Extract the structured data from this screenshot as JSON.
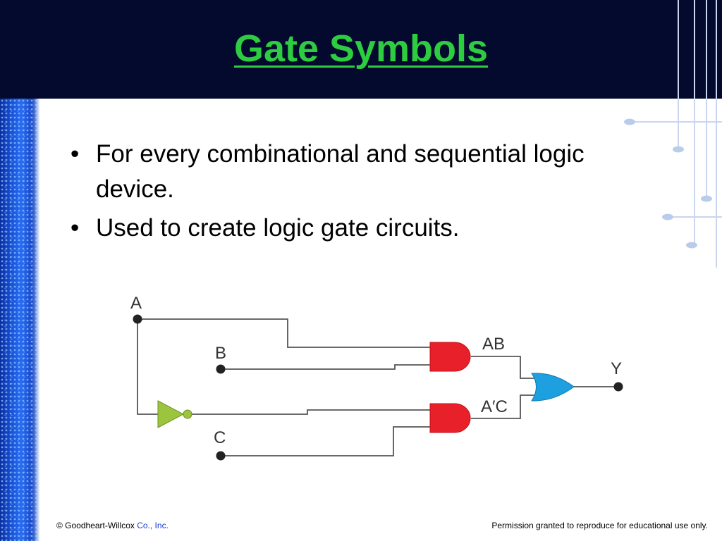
{
  "slide": {
    "title": "Gate Symbols",
    "bullets": [
      "For every combinational and sequential logic device.",
      "Used to create logic gate circuits."
    ]
  },
  "circuit": {
    "labels": {
      "input_a": "A",
      "input_b": "B",
      "input_c": "C",
      "and1_output": "AB",
      "and2_output": "A′C",
      "output": "Y"
    },
    "colors": {
      "and_gate": "#e8202a",
      "or_gate": "#1ea0e0",
      "not_gate": "#9bc53d",
      "wire": "#555555",
      "terminal": "#222222"
    }
  },
  "footer": {
    "copyright_prefix": "© Goodheart-Willcox ",
    "copyright_company": "Co., Inc.",
    "permission": "Permission granted to reproduce for educational use only."
  },
  "theme": {
    "header_bg": "#030a2e",
    "title_color": "#2ecc40",
    "sidebar_color": "#1a47c8"
  }
}
